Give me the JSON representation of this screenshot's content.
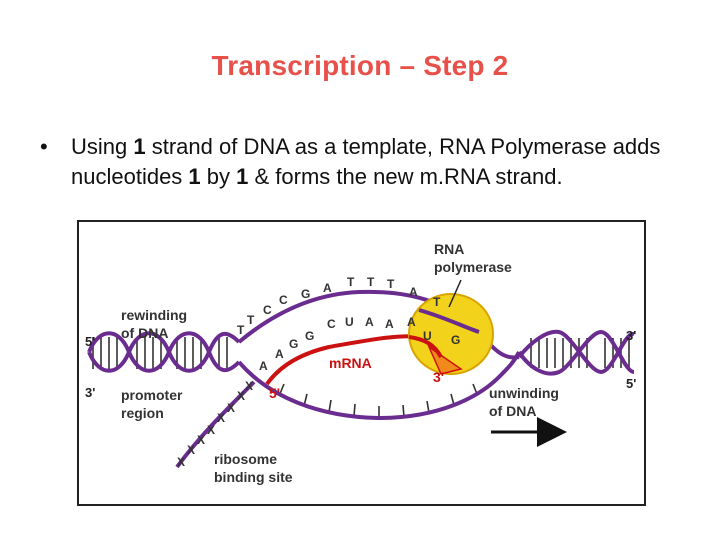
{
  "slide": {
    "title": "Transcription – Step 2",
    "bullet": {
      "symbol": "•",
      "parts": [
        {
          "text": "Using ",
          "bold": false
        },
        {
          "text": "1",
          "bold": true
        },
        {
          "text": " strand of DNA as a template, RNA Polymerase adds nucleotides ",
          "bold": false
        },
        {
          "text": "1",
          "bold": true
        },
        {
          "text": " by ",
          "bold": false
        },
        {
          "text": "1",
          "bold": true
        },
        {
          "text": " & forms the new m.RNA strand.",
          "bold": false
        }
      ]
    }
  },
  "figure": {
    "labels": {
      "rna_polymerase_line1": "RNA",
      "rna_polymerase_line2": "polymerase",
      "rewinding_line1": "rewinding",
      "rewinding_line2": "of DNA",
      "promoter_line1": "promoter",
      "promoter_line2": "region",
      "unwinding_line1": "unwinding",
      "unwinding_line2": "of DNA",
      "ribosome_line1": "ribosome",
      "ribosome_line2": "binding site",
      "mrna": "mRNA",
      "mrna_five_prime": "5'",
      "mrna_three_prime": "3'",
      "left_top_end": "5'",
      "left_bottom_end": "3'",
      "right_top_end": "3'",
      "right_bottom_end": "5'"
    },
    "template_bases": [
      "T",
      "T",
      "C",
      "C",
      "G",
      "A",
      "T",
      "T",
      "T",
      "A",
      "T",
      "G"
    ],
    "mrna_bases": [
      "A",
      "A",
      "G",
      "G",
      "C",
      "U",
      "A",
      "A",
      "A",
      "U"
    ],
    "ribosome_site_marks": [
      "X",
      "X",
      "X",
      "X",
      "X",
      "X",
      "X",
      "X"
    ],
    "colors": {
      "title": "#e8504a",
      "dna_strand": "#6a2c8f",
      "mrna_strand": "#cc1111",
      "polymerase": "#f2d21a",
      "polymerase_outline": "#d9a400",
      "arrow": "#111111"
    }
  }
}
